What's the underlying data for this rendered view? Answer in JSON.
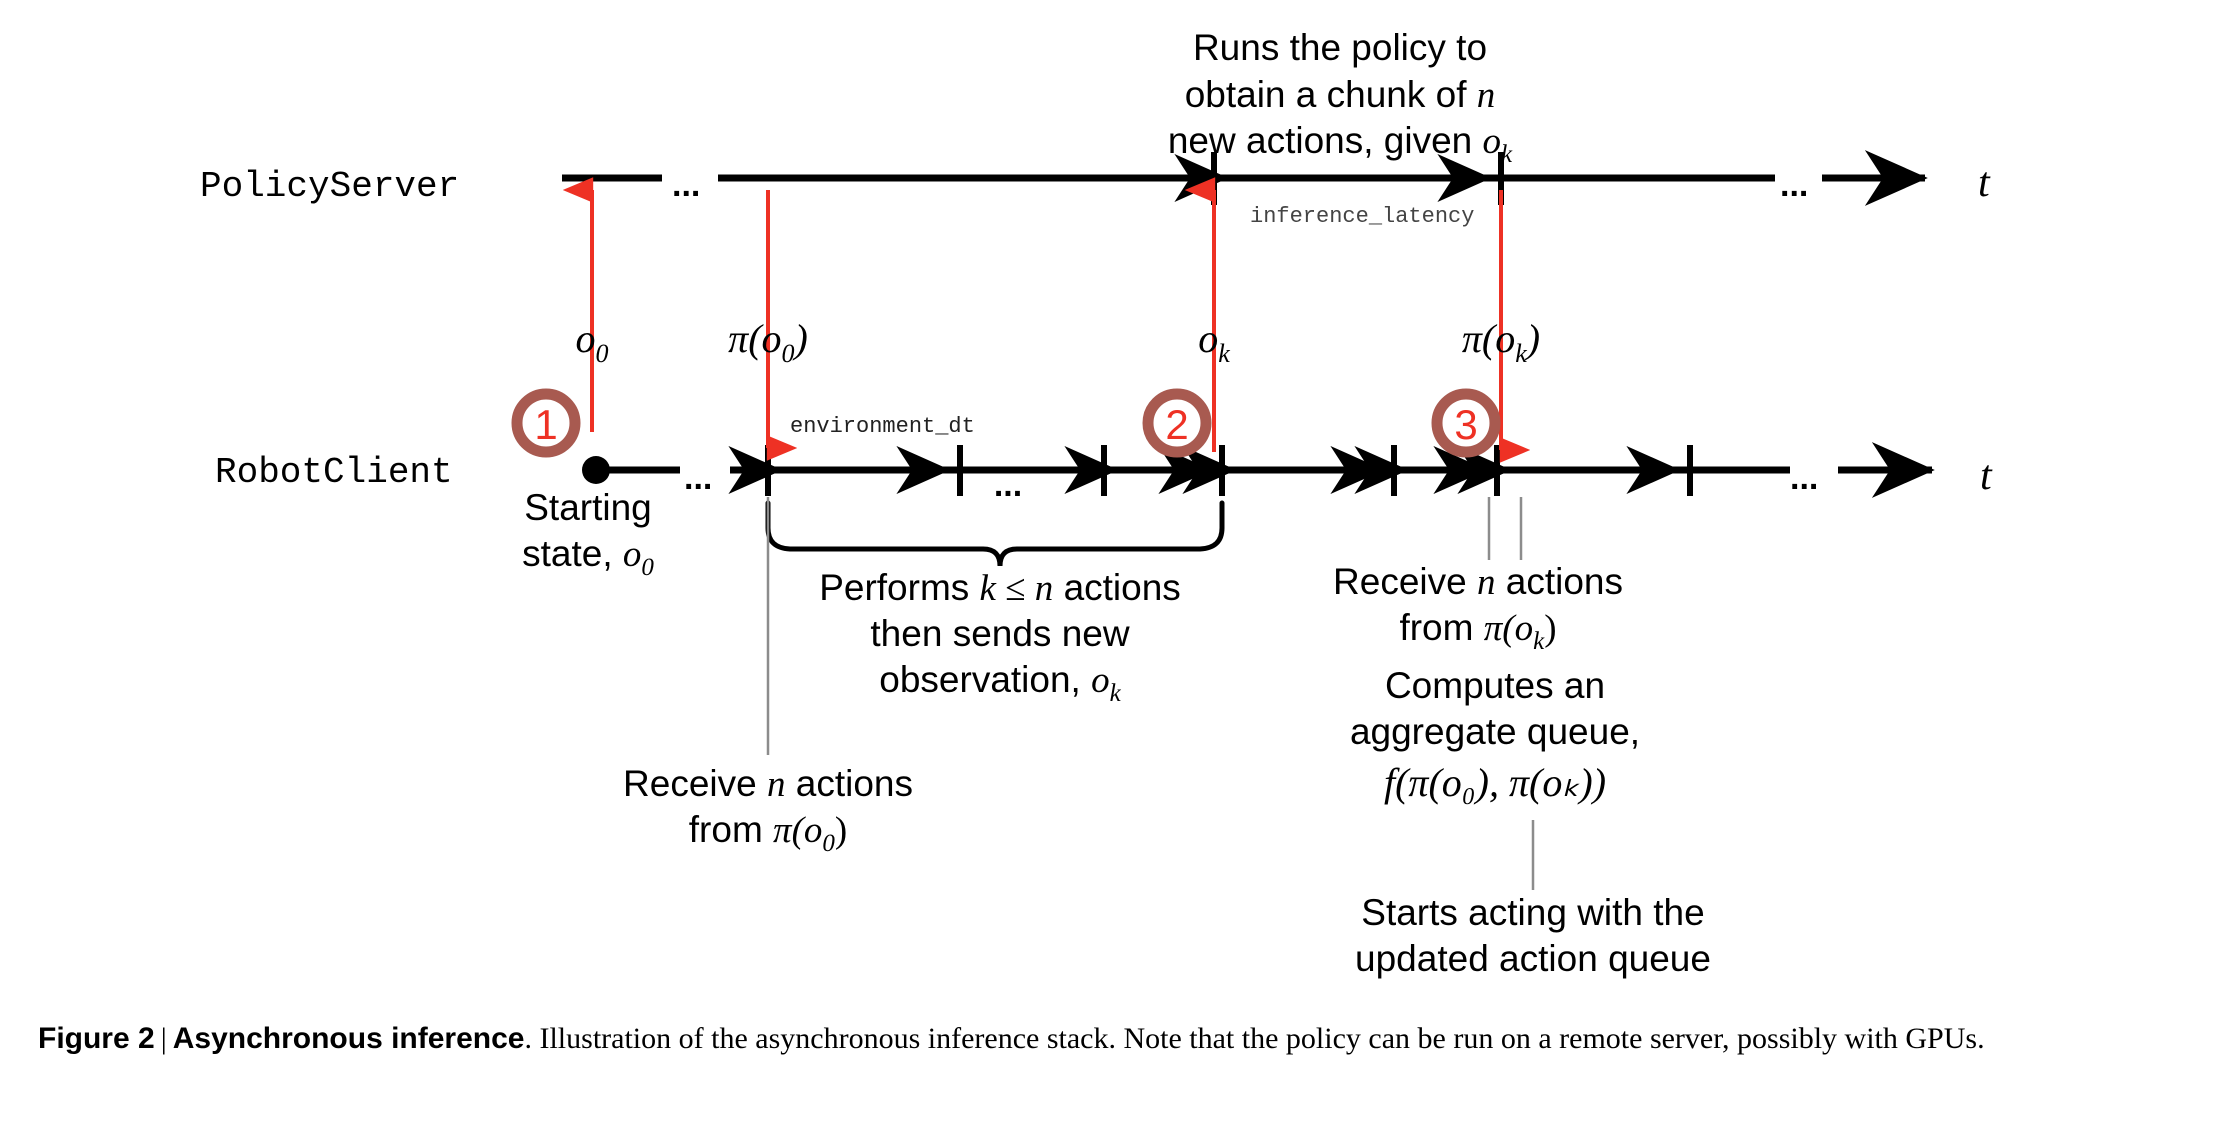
{
  "figure": {
    "lanes": [
      {
        "id": "policy-server",
        "label": "PolicyServer",
        "axis_label": "t"
      },
      {
        "id": "robot-client",
        "label": "RobotClient",
        "axis_label": "t"
      }
    ],
    "ellipsis": "...",
    "annotations": {
      "top_note_line1": "Runs the policy to",
      "top_note_line2_a": "obtain a chunk of ",
      "top_note_line2_n": "n",
      "top_note_line3_a": "new actions, given ",
      "top_note_line3_o": "o",
      "top_note_line3_k": "k",
      "inference_latency": "inference_latency",
      "environment_dt": "environment_dt"
    },
    "messages": [
      {
        "id": "o0",
        "base": "o",
        "sub": "0",
        "direction": "up"
      },
      {
        "id": "pi-o0",
        "base": "π(o",
        "sub": "0",
        "tail": ")",
        "direction": "down"
      },
      {
        "id": "ok",
        "base": "o",
        "sub": "k",
        "direction": "up"
      },
      {
        "id": "pi-ok",
        "base": "π(o",
        "sub": "k",
        "tail": ")",
        "direction": "down"
      }
    ],
    "markers": [
      {
        "number": "1"
      },
      {
        "number": "2"
      },
      {
        "number": "3"
      }
    ],
    "callouts": {
      "starting_state_l1": "Starting",
      "starting_state_l2_a": "state, ",
      "starting_state_l2_o": "o",
      "starting_state_l2_sub": "0",
      "brace_l1_a": "Performs ",
      "brace_l1_k": "k",
      "brace_l1_le": " ≤ ",
      "brace_l1_n": "n",
      "brace_l1_b": " actions",
      "brace_l2": "then sends new",
      "brace_l3_a": "observation, ",
      "brace_l3_o": "o",
      "brace_l3_sub": "k",
      "recv0_l1_a": "Receive ",
      "recv0_l1_n": "n",
      "recv0_l1_b": " actions",
      "recv0_l2_a": "from ",
      "recv0_l2_pi": "π(o",
      "recv0_l2_sub": "0",
      "recv0_l2_b": ")",
      "recvk_l1_a": "Receive ",
      "recvk_l1_n": "n",
      "recvk_l1_b": " actions",
      "recvk_l2_a": "from ",
      "recvk_l2_pi": "π(o",
      "recvk_l2_sub": "k",
      "recvk_l2_b": ")",
      "aggregate_l1": "Computes an",
      "aggregate_l2": "aggregate queue,",
      "aggregate_l3": "f(π(o₀), π(oₖ))",
      "starts_l1": "Starts acting with the",
      "starts_l2": "updated action queue"
    }
  },
  "caption": {
    "figure_number": "Figure 2",
    "separator": "|",
    "bold_title": "Asynchronous inference",
    "body": ". Illustration of the asynchronous inference stack. Note that the policy can be run on a remote server, possibly with GPUs."
  },
  "colors": {
    "red_arrow": "#EE3124",
    "marker_ring": "#A85A50",
    "marker_number": "#EE3124",
    "line": "#000000",
    "leader": "#8c8c8c"
  }
}
